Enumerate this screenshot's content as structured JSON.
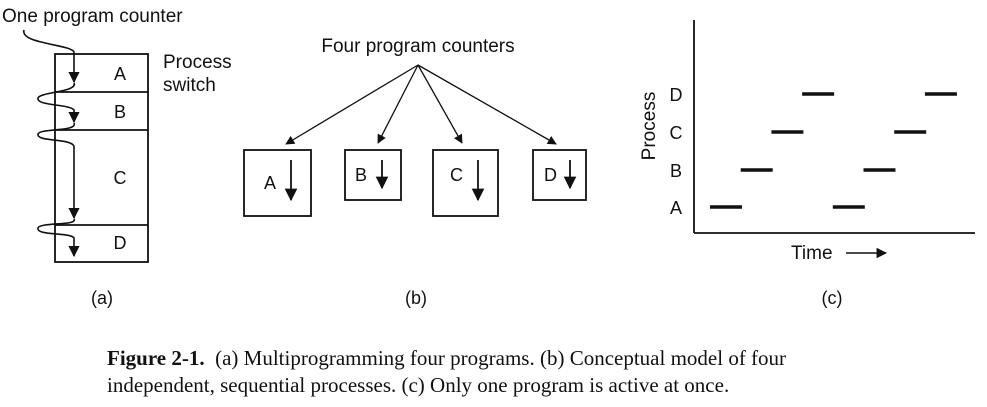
{
  "panel_a": {
    "pointer_label": "One program counter",
    "switch_label_line1": "Process",
    "switch_label_line2": "switch",
    "segments": [
      "A",
      "B",
      "C",
      "D"
    ],
    "tag": "(a)"
  },
  "panel_b": {
    "title": "Four program counters",
    "processes": [
      "A",
      "B",
      "C",
      "D"
    ],
    "tag": "(b)"
  },
  "panel_c": {
    "y_axis_label": "Process",
    "x_axis_label": "Time",
    "tag": "(c)"
  },
  "chart_data": {
    "type": "timeline",
    "categories": [
      "A",
      "B",
      "C",
      "D"
    ],
    "xlabel": "Time",
    "ylabel": "Process",
    "segments": [
      {
        "process": "A",
        "slot": 0
      },
      {
        "process": "B",
        "slot": 1
      },
      {
        "process": "C",
        "slot": 2
      },
      {
        "process": "D",
        "slot": 3
      },
      {
        "process": "A",
        "slot": 4
      },
      {
        "process": "B",
        "slot": 5
      },
      {
        "process": "C",
        "slot": 6
      },
      {
        "process": "D",
        "slot": 7
      }
    ]
  },
  "caption": {
    "label": "Figure 2-1.",
    "line1": "(a) Multiprogramming four programs. (b) Conceptual model of four",
    "line2": "independent, sequential processes. (c) Only one program is active at once."
  }
}
